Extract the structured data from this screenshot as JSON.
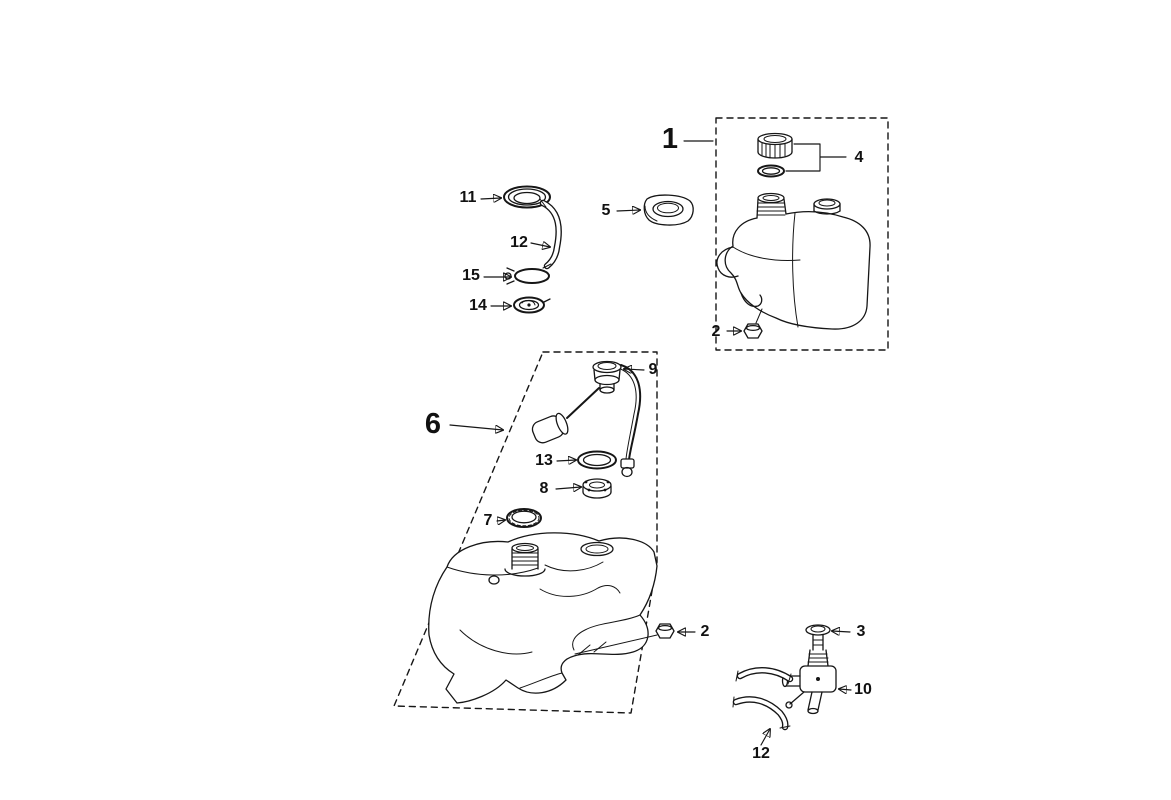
{
  "page": {
    "background": "#ffffff",
    "ink": "#161616",
    "type": "exploded-parts-diagram"
  },
  "callouts": [
    {
      "number": "1",
      "target": "oil-tank-assembly"
    },
    {
      "number": "4",
      "target": "oil-tank-cap-and-seal"
    },
    {
      "number": "11",
      "target": "filler-ring"
    },
    {
      "number": "5",
      "target": "grommet"
    },
    {
      "number": "12",
      "target": "filler-hose"
    },
    {
      "number": "15",
      "target": "hose-clamp"
    },
    {
      "number": "14",
      "target": "vent-cap"
    },
    {
      "number": "2",
      "target": "oil-tank-nut"
    },
    {
      "number": "9",
      "target": "fuel-level-sender"
    },
    {
      "number": "6",
      "target": "fuel-tank-assembly"
    },
    {
      "number": "13",
      "target": "sender-seal-ring"
    },
    {
      "number": "8",
      "target": "sender-fitting"
    },
    {
      "number": "7",
      "target": "fuel-filler-cap"
    },
    {
      "number": "2",
      "target": "fuel-tank-nut"
    },
    {
      "number": "3",
      "target": "fuel-tap-cap"
    },
    {
      "number": "10",
      "target": "fuel-tap"
    },
    {
      "number": "12",
      "target": "fuel-hoses"
    }
  ]
}
